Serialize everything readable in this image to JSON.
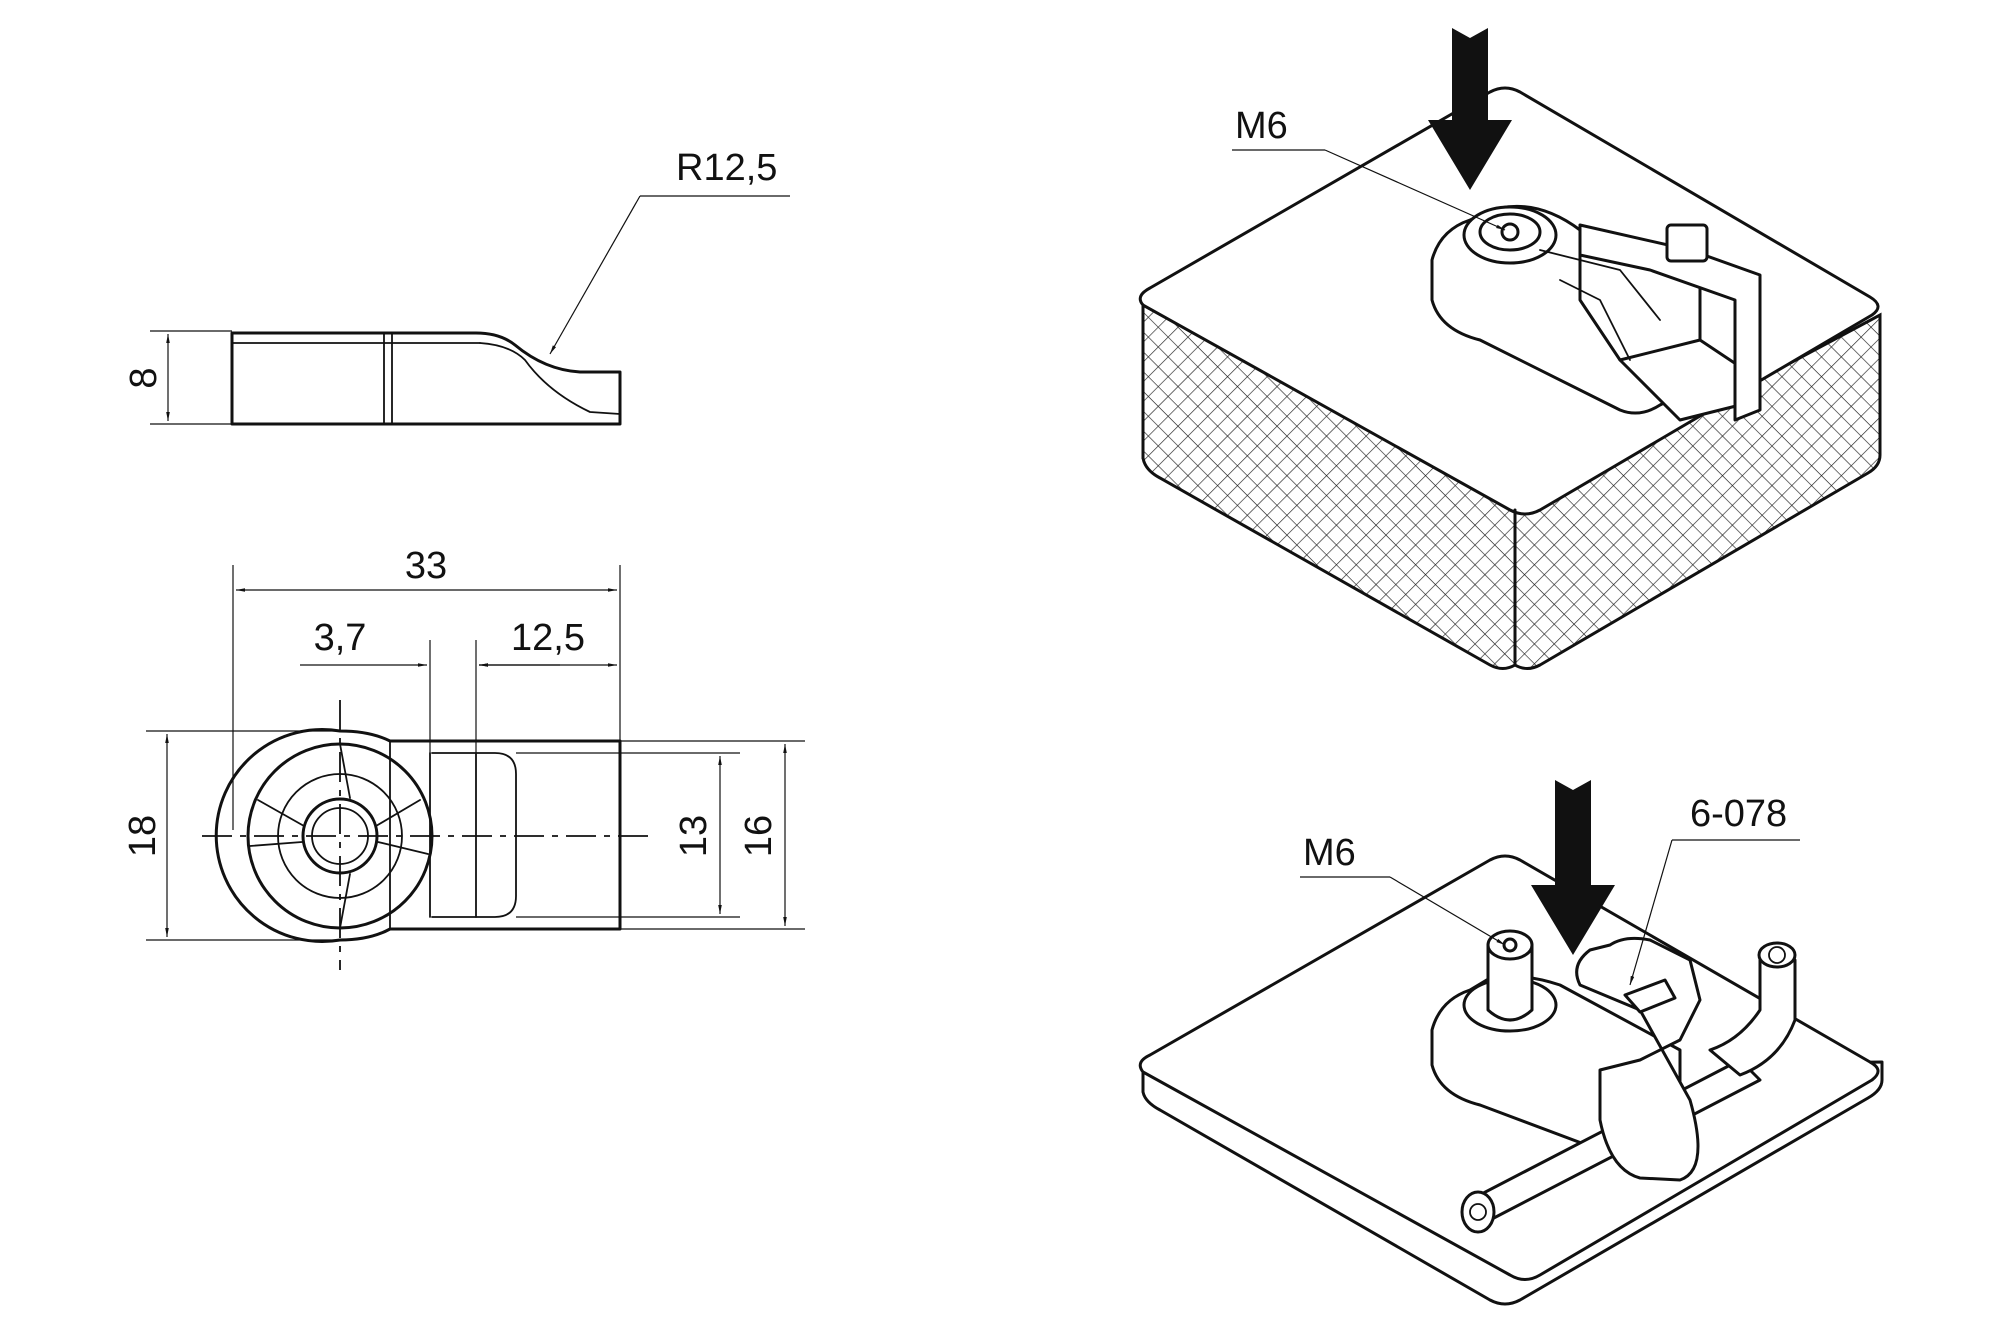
{
  "dimensions": {
    "radius_label": "R12,5",
    "height_label": "8",
    "overall_length_label": "33",
    "offset_label": "3,7",
    "slot_length_label": "12,5",
    "overall_width_label": "18",
    "inner_width_label": "13",
    "outer_width_label": "16"
  },
  "callouts": {
    "top_view_screw_label": "M6",
    "bottom_view_screw_label": "M6",
    "bottom_view_part_label": "6-078"
  },
  "colors": {
    "line": "#111111",
    "background": "#ffffff"
  }
}
